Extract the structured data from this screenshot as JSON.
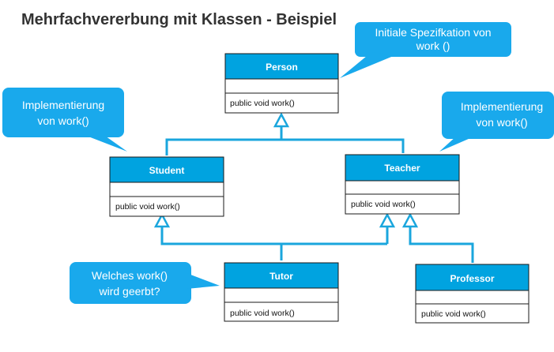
{
  "title": "Mehrfachvererbung mit Klassen - Beispiel",
  "classes": {
    "person": {
      "name": "Person",
      "method": "public void work()"
    },
    "student": {
      "name": "Student",
      "method": "public void work()"
    },
    "teacher": {
      "name": "Teacher",
      "method": "public void work()"
    },
    "tutor": {
      "name": "Tutor",
      "method": "public void work()"
    },
    "professor": {
      "name": "Professor",
      "method": "public void work()"
    }
  },
  "callouts": {
    "person": {
      "line1": "Initiale Spezifkation von",
      "line2": "work ()"
    },
    "student": {
      "line1": "Implementierung",
      "line2": "von work()"
    },
    "teacher": {
      "line1": "Implementierung",
      "line2": "von work()"
    },
    "tutor": {
      "line1": "Welches work()",
      "line2": "wird geerbt?"
    }
  },
  "colors": {
    "accent": "#00a3e0",
    "callout": "#19a9ec",
    "line": "#1aa6dd"
  }
}
